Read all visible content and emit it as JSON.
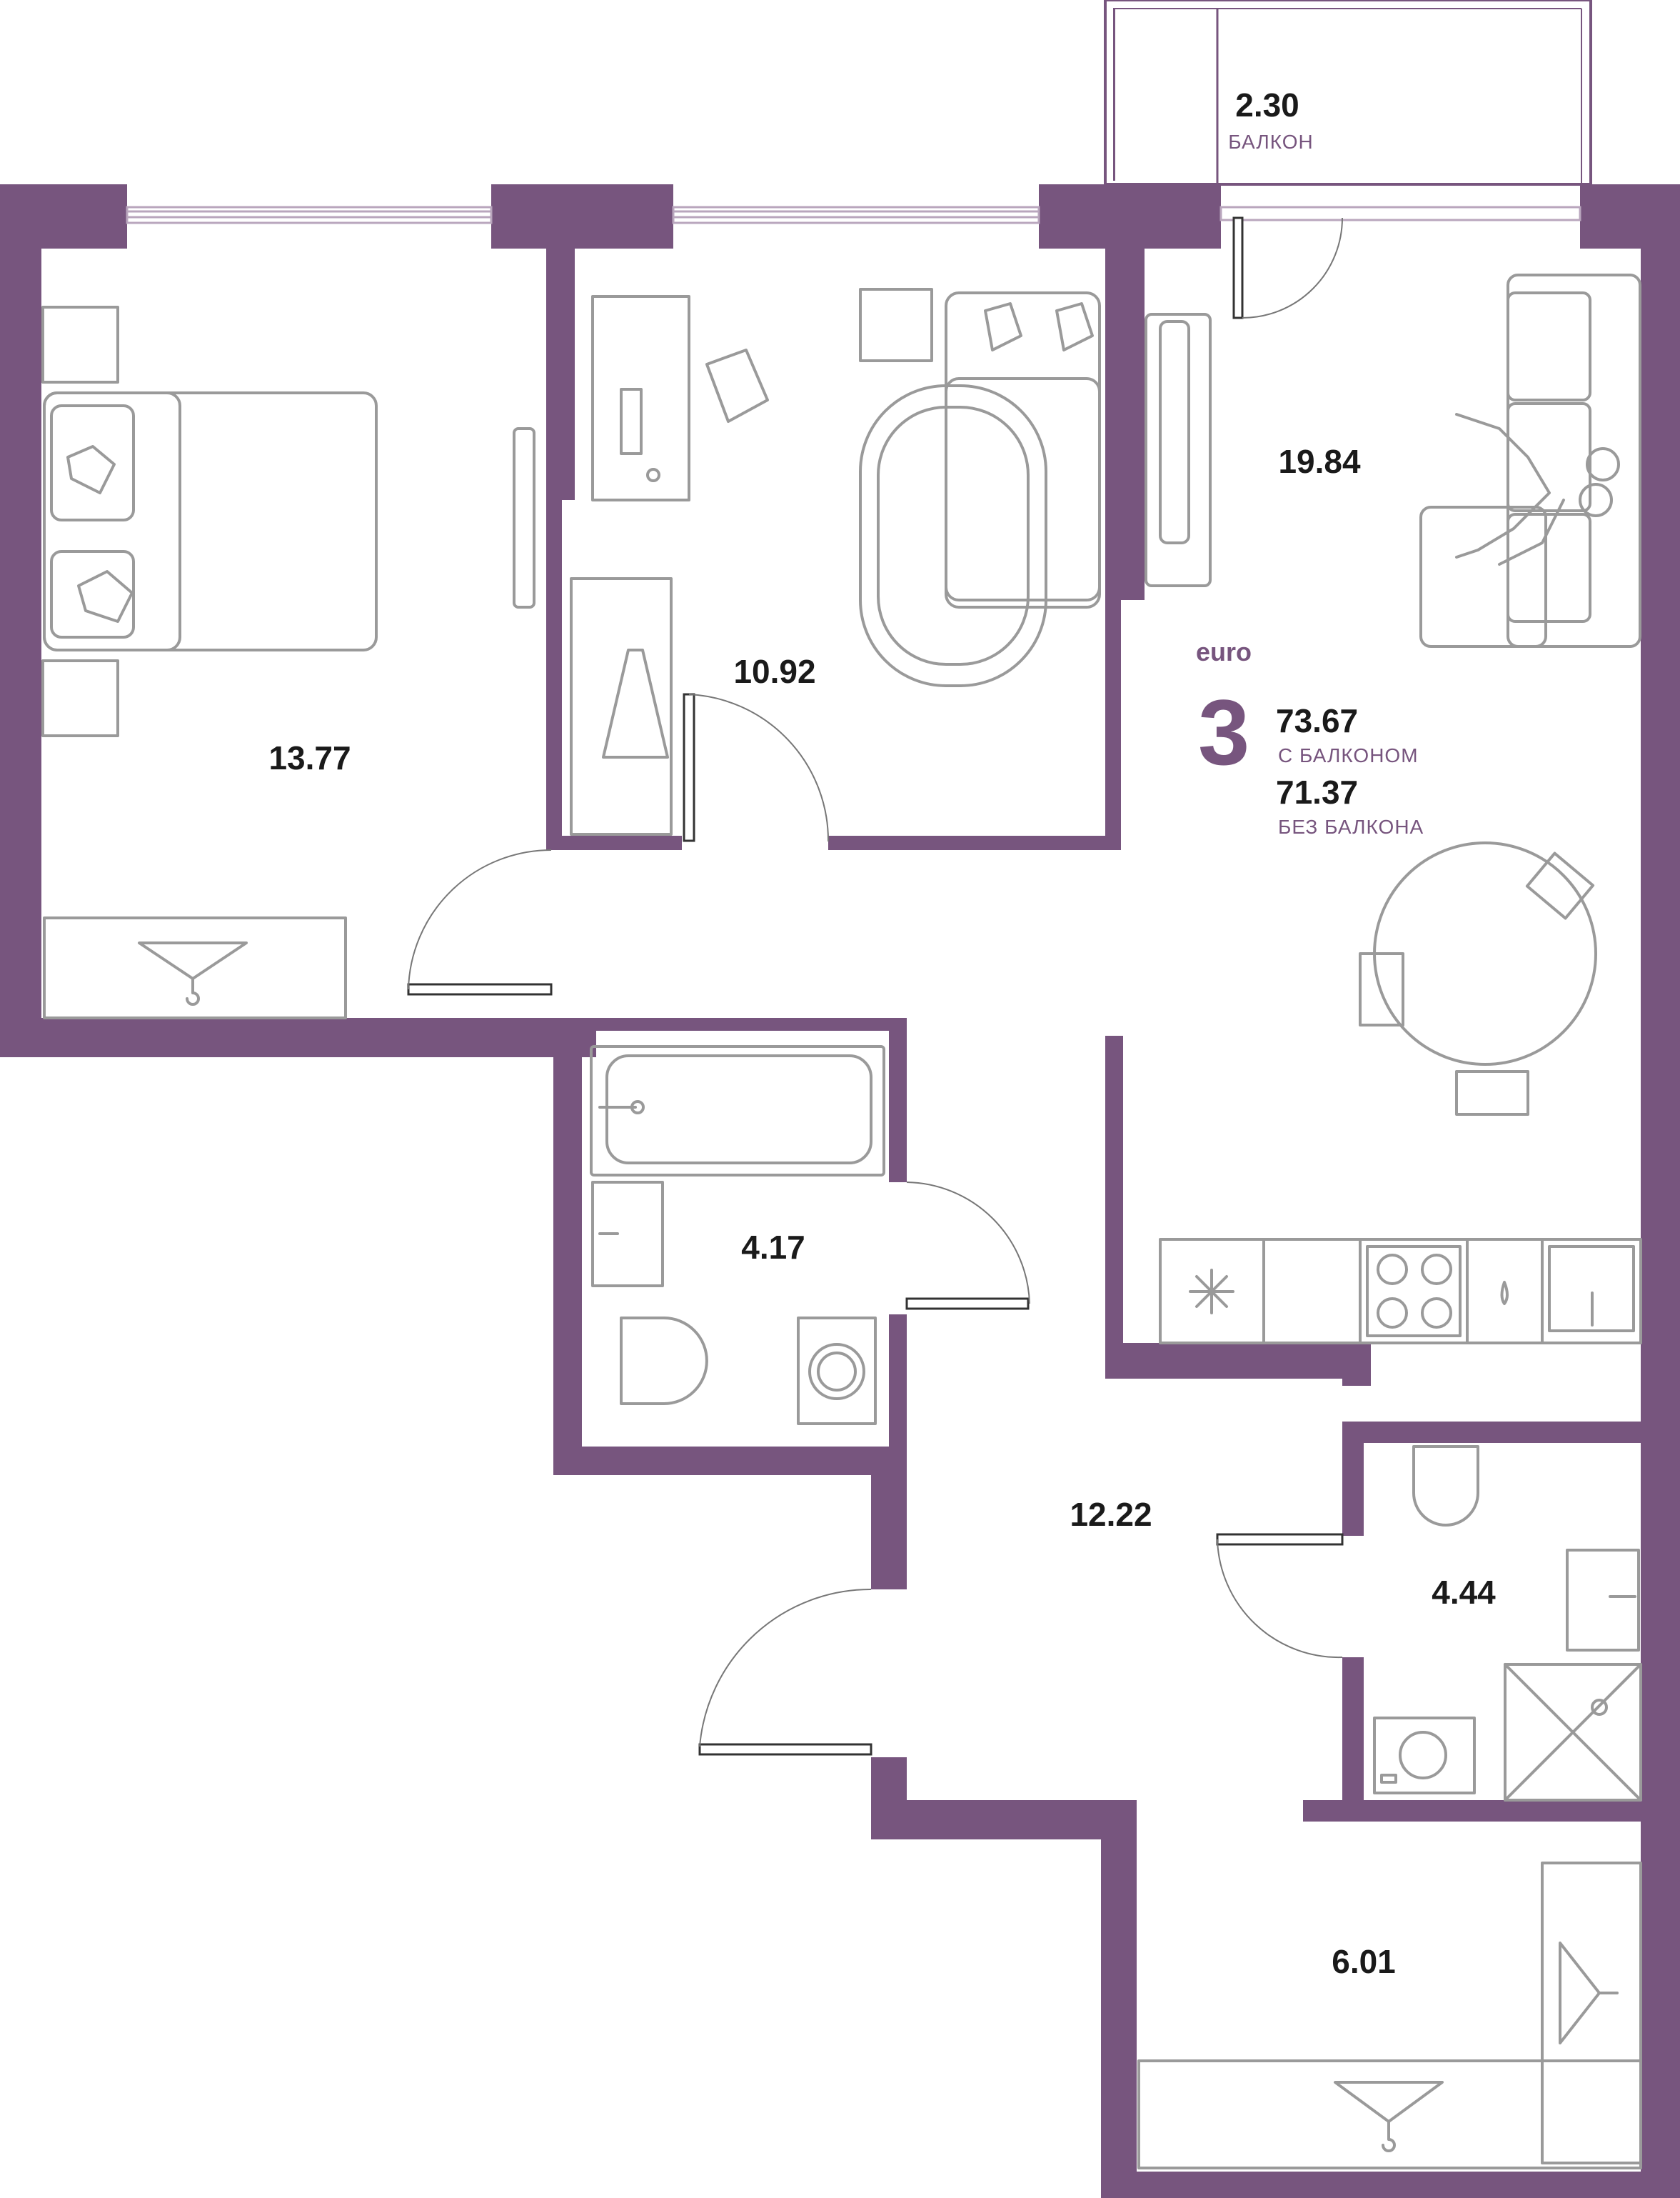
{
  "summary": {
    "tag": "euro",
    "rooms": "3",
    "total_with_balcony": "73.67",
    "with_balcony_label": "С БАЛКОНОМ",
    "total_without_balcony": "71.37",
    "without_balcony_label": "БЕЗ БАЛКОНА"
  },
  "rooms": [
    {
      "id": "balcony",
      "area": "2.30",
      "label": "БАЛКОН"
    },
    {
      "id": "bedroom",
      "area": "13.77"
    },
    {
      "id": "kids-room",
      "area": "10.92"
    },
    {
      "id": "living-kitchen",
      "area": "19.84"
    },
    {
      "id": "bathroom",
      "area": "4.17"
    },
    {
      "id": "hallway",
      "area": "12.22"
    },
    {
      "id": "shower-room",
      "area": "4.44"
    },
    {
      "id": "wardrobe",
      "area": "6.01"
    }
  ],
  "colors": {
    "wall": "#77557e",
    "furniture": "#9a9a9a",
    "window": "#b9a6bd",
    "text": "#1a1a1a"
  },
  "icons": [
    "snowflake-icon",
    "hanger-icon",
    "stove-icon",
    "sink-icon",
    "toilet-icon",
    "washing-machine-icon"
  ]
}
